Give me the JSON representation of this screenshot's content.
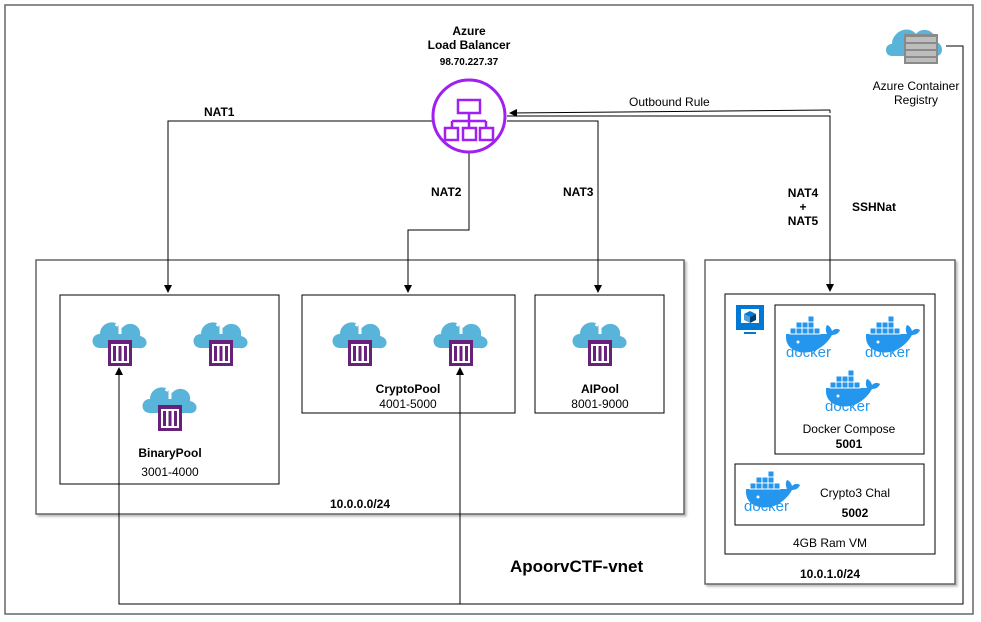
{
  "load_balancer": {
    "title_line1": "Azure",
    "title_line2": "Load Balancer",
    "ip": "98.70.227.37",
    "icon": "hierarchy-network-icon",
    "accent": "#a020f0"
  },
  "registry": {
    "label_line1": "Azure Container",
    "label_line2": "Registry",
    "icon": "azure-container-registry-icon"
  },
  "connections": {
    "nat1": "NAT1",
    "nat2": "NAT2",
    "nat3": "NAT3",
    "nat45_line1": "NAT4",
    "nat45_line2": "+",
    "nat45_line3": "NAT5",
    "sshnat": "SSHNat",
    "outbound": "Outbound Rule"
  },
  "vnet": {
    "label": "ApoorvCTF-vnet"
  },
  "subnet1": {
    "cidr": "10.0.0.0/24",
    "pools": [
      {
        "name": "BinaryPool",
        "range": "3001-4000"
      },
      {
        "name": "CryptoPool",
        "range": "4001-5000"
      },
      {
        "name": "AIPool",
        "range": "8001-9000"
      }
    ]
  },
  "subnet2": {
    "cidr": "10.0.1.0/24",
    "vm_label": "4GB Ram VM",
    "compose_label": "Docker Compose",
    "compose_port": "5001",
    "chal_label": "Crypto3 Chal",
    "chal_port": "5002",
    "docker_text": "docker"
  },
  "colors": {
    "cloud": "#59b4d9",
    "container": "#68217a",
    "docker": "#2496ed",
    "vm_monitor": "#0078d4",
    "border": "#666666"
  }
}
